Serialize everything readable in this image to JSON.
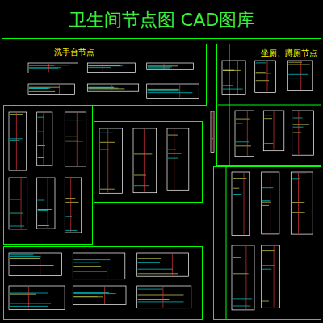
{
  "diagram": {
    "title": "卫生间节点图 CAD图库",
    "nodes": [
      {
        "text": [
          "洗手台节点"
        ]
      },
      {
        "text": [
          "坐厕、蹲厕节点"
        ]
      }
    ]
  }
}
